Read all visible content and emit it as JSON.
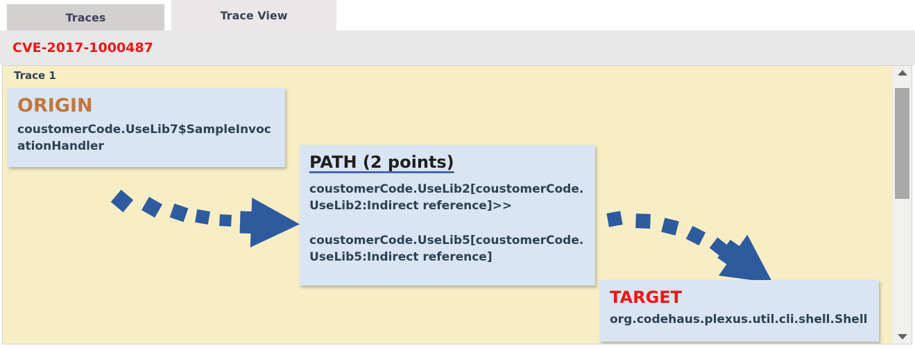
{
  "tabs": [
    {
      "label": "Traces",
      "active": false
    },
    {
      "label": "Trace View",
      "active": true
    }
  ],
  "header": {
    "cve_id": "CVE-2017-1000487"
  },
  "trace_view": {
    "trace_label": "Trace 1",
    "origin": {
      "title": "ORIGIN",
      "class_name": "coustomerCode.UseLib7$SampleInvocationHandler"
    },
    "path": {
      "title": "PATH (2 points)",
      "points": [
        "coustomerCode.UseLib2[coustomerCode.UseLib2:Indirect reference]>>",
        "coustomerCode.UseLib5[coustomerCode.UseLib5:Indirect reference]"
      ]
    },
    "target": {
      "title": "TARGET",
      "class_name": "org.codehaus.plexus.util.cli.shell.Shell"
    }
  },
  "icons": {
    "scroll_up": "scroll-up-icon",
    "scroll_down": "scroll-down-icon",
    "connector": "dashed-arrow-icon"
  },
  "colors": {
    "canvas_background": "#f7eec5",
    "node_background": "#d9e5f2",
    "node_text": "#2e4154",
    "origin_accent": "#c1763c",
    "danger_red": "#f61414",
    "arrow_blue": "#2e5b9e",
    "tab_inactive_bg": "#d3d0d0",
    "tab_active_bg": "#e9e7e7",
    "header_bg": "#e9e8e8"
  }
}
